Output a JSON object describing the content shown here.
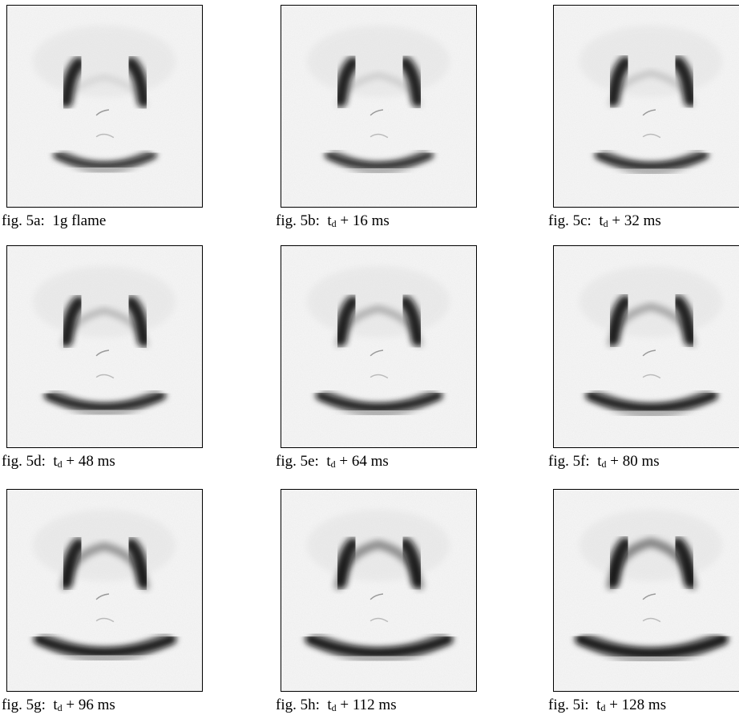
{
  "figures": [
    {
      "id": "5a",
      "label": "fig. 5a:",
      "caption_plain": "1g flame",
      "caption_var": "",
      "caption_sub": "",
      "caption_rest": "",
      "arc_level": 0.0
    },
    {
      "id": "5b",
      "label": "fig. 5b:",
      "caption_plain": "",
      "caption_var": "t",
      "caption_sub": "d",
      "caption_rest": " + 16 ms",
      "arc_level": 0.1
    },
    {
      "id": "5c",
      "label": "fig. 5c:",
      "caption_plain": "",
      "caption_var": "t",
      "caption_sub": "d",
      "caption_rest": " + 32 ms",
      "arc_level": 0.2
    },
    {
      "id": "5d",
      "label": "fig. 5d:",
      "caption_plain": "",
      "caption_var": "t",
      "caption_sub": "d",
      "caption_rest": " + 48 ms",
      "arc_level": 0.35
    },
    {
      "id": "5e",
      "label": "fig. 5e:",
      "caption_plain": "",
      "caption_var": "t",
      "caption_sub": "d",
      "caption_rest": " + 64 ms",
      "arc_level": 0.45
    },
    {
      "id": "5f",
      "label": "fig. 5f:",
      "caption_plain": "",
      "caption_var": "t",
      "caption_sub": "d",
      "caption_rest": " + 80 ms",
      "arc_level": 0.55
    },
    {
      "id": "5g",
      "label": "fig. 5g:",
      "caption_plain": "",
      "caption_var": "t",
      "caption_sub": "d",
      "caption_rest": " + 96 ms",
      "arc_level": 0.75
    },
    {
      "id": "5h",
      "label": "fig. 5h:",
      "caption_plain": "",
      "caption_var": "t",
      "caption_sub": "d",
      "caption_rest": " + 112 ms",
      "arc_level": 0.85
    },
    {
      "id": "5i",
      "label": "fig. 5i:",
      "caption_plain": "",
      "caption_var": "t",
      "caption_sub": "d",
      "caption_rest": " + 128 ms",
      "arc_level": 0.95
    }
  ]
}
